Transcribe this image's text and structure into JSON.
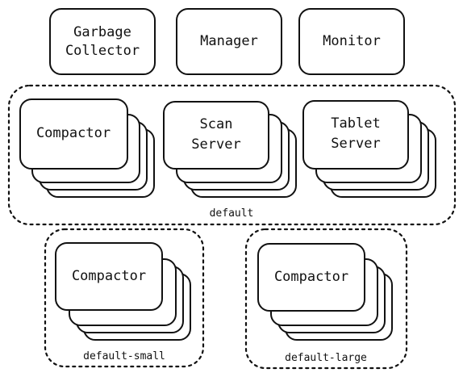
{
  "top_components": [
    {
      "id": "garbage-collector",
      "lines": [
        "Garbage",
        "Collector"
      ]
    },
    {
      "id": "manager",
      "lines": [
        "Manager"
      ]
    },
    {
      "id": "monitor",
      "lines": [
        "Monitor"
      ]
    }
  ],
  "groups": [
    {
      "id": "default",
      "label": "default",
      "stacks": [
        {
          "id": "compactor",
          "lines": [
            "Compactor"
          ]
        },
        {
          "id": "scan-server",
          "lines": [
            "Scan",
            "Server"
          ]
        },
        {
          "id": "tablet-server",
          "lines": [
            "Tablet",
            "Server"
          ]
        }
      ]
    },
    {
      "id": "default-small",
      "label": "default-small",
      "stacks": [
        {
          "id": "compactor",
          "lines": [
            "Compactor"
          ]
        }
      ]
    },
    {
      "id": "default-large",
      "label": "default-large",
      "stacks": [
        {
          "id": "compactor",
          "lines": [
            "Compactor"
          ]
        }
      ]
    }
  ],
  "colors": {
    "stroke": "#111111",
    "fill": "#ffffff",
    "background": "#ffffff"
  }
}
